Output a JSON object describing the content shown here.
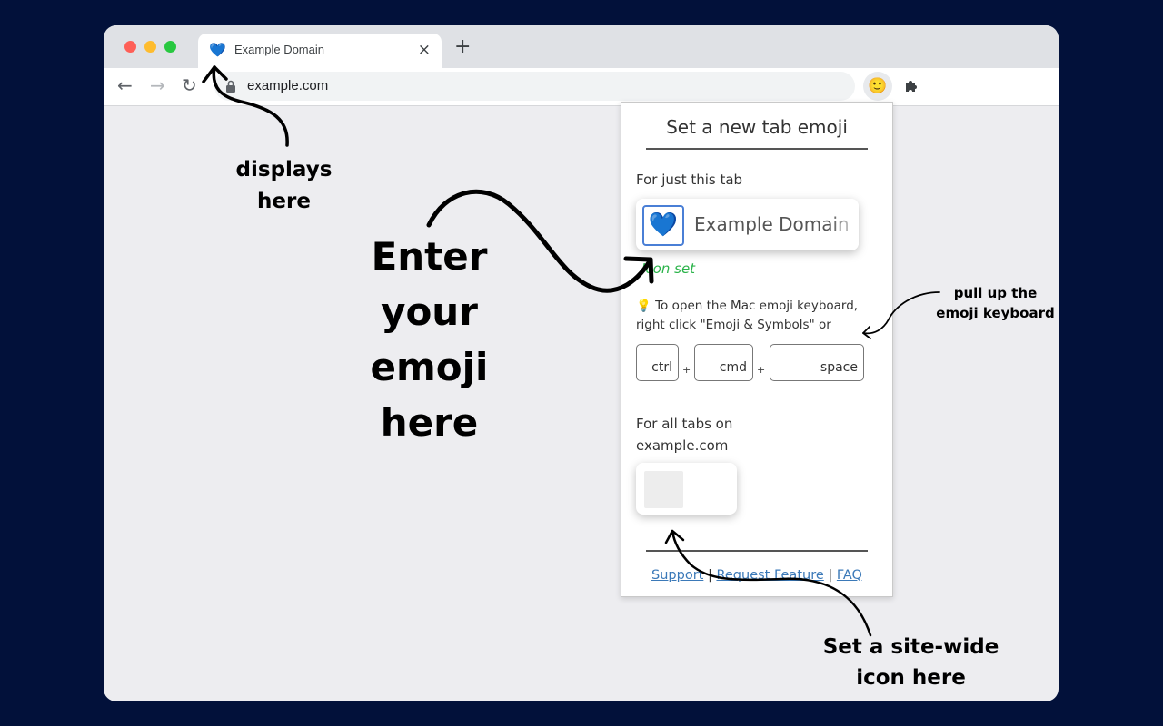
{
  "browser": {
    "tab": {
      "favicon": "💙",
      "title": "Example Domain",
      "close_icon": "×"
    },
    "new_tab_icon": "+",
    "url": "example.com",
    "extension_icon": "🙂"
  },
  "popup": {
    "title": "Set a new tab emoji",
    "this_tab_label": "For just this tab",
    "emoji_value": "💙",
    "preview_title": "Example Domain",
    "status": "Icon set",
    "hint_icon": "💡",
    "hint_text": "To open the Mac emoji keyboard, right click \"Emoji & Symbols\" or",
    "keys": [
      "ctrl",
      "cmd",
      "space"
    ],
    "plus": "+",
    "all_tabs_label_line1": "For all tabs on",
    "all_tabs_label_line2": "example.com",
    "links": {
      "support": "Support",
      "request": "Request Feature",
      "faq": "FAQ",
      "separator": "|"
    }
  },
  "annotations": {
    "displays_here": [
      "displays",
      "here"
    ],
    "enter_emoji": [
      "Enter",
      "your",
      "emoji",
      "here"
    ],
    "pull_up_keyboard": [
      "pull up the",
      "emoji keyboard"
    ],
    "site_wide": [
      "Set a site-wide",
      "icon here"
    ]
  }
}
